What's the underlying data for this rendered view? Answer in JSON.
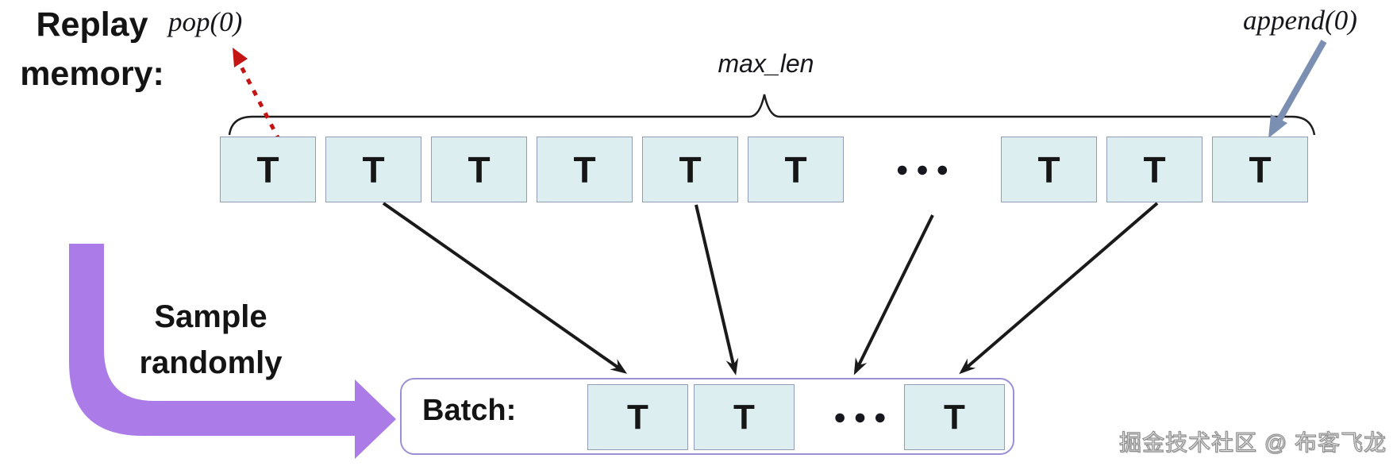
{
  "annotations": {
    "pop": "pop(0)",
    "append": "append(0)",
    "max_len": "max_len"
  },
  "left_labels": {
    "replay_line1": "Replay",
    "replay_line2": "memory:",
    "sample_line1": "Sample",
    "sample_line2": "randomly"
  },
  "memory_row": {
    "cells": [
      "T",
      "T",
      "T",
      "T",
      "T",
      "T",
      "T",
      "T",
      "T"
    ],
    "cells_before_gap": 6,
    "gap_ellipsis": "●●●"
  },
  "batch": {
    "label": "Batch:",
    "cells": [
      "T",
      "T",
      "T"
    ],
    "gap_ellipsis": "●●●"
  },
  "watermark": "掘金技术社区 @ 布客飞龙",
  "colors": {
    "cell_fill": "#ddeef0",
    "cell_border": "#939cb5",
    "batch_border": "#9b8fd8",
    "pop_arrow": "#c41414",
    "append_arrow": "#7b8fb2",
    "sample_arrow_fill": "#ab7ce8",
    "ink": "#1a1a1a"
  }
}
